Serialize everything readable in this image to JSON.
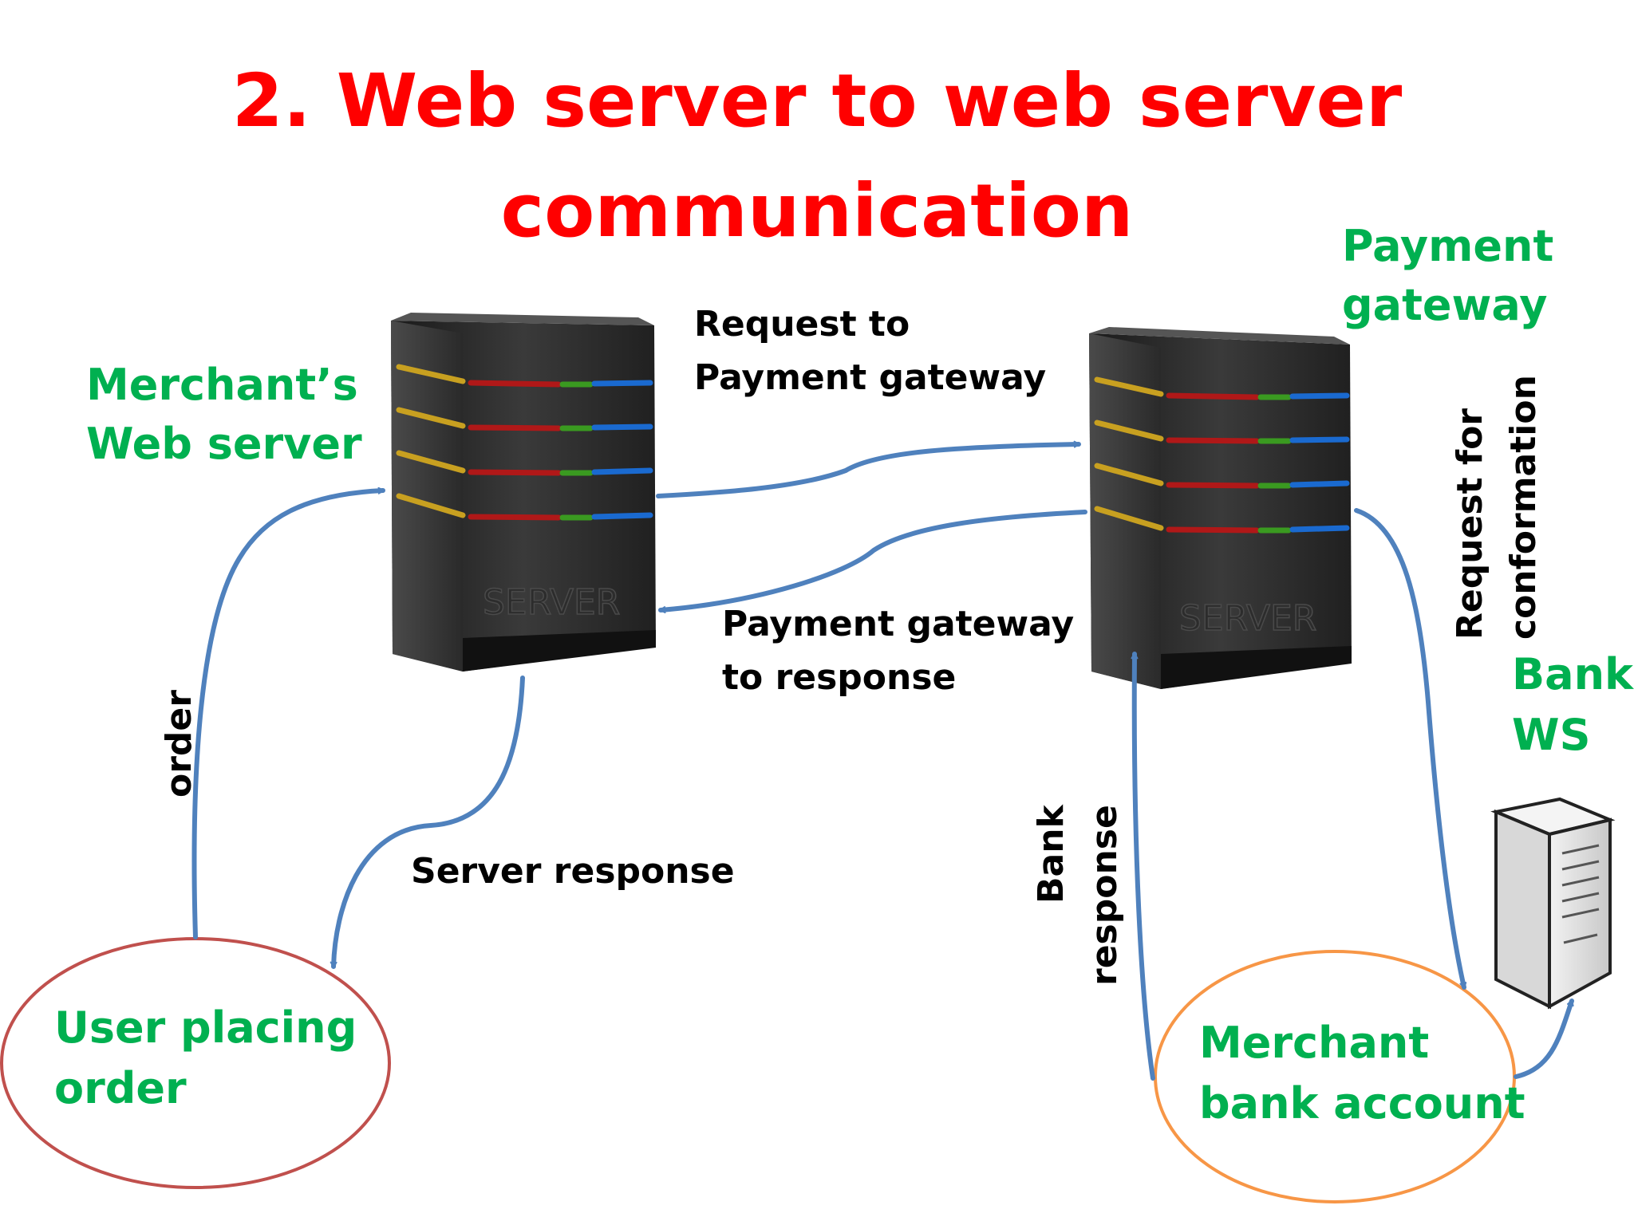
{
  "title": {
    "line1": "2. Web server to web server",
    "line2": "communication"
  },
  "labels": {
    "merchant_server": [
      "Merchant’s",
      "Web server"
    ],
    "payment_gateway": [
      "Payment",
      "gateway"
    ],
    "bank_ws": [
      "Bank",
      "WS"
    ],
    "request_to_gateway": [
      "Request to",
      "Payment gateway"
    ],
    "gateway_response": [
      "Payment gateway",
      "to response"
    ],
    "server_response": "Server response",
    "order": "order",
    "request_confirmation": [
      "Request for",
      "conformation"
    ],
    "bank_response": [
      "Bank",
      "response"
    ],
    "user_placing_order": [
      "User placing",
      "order"
    ],
    "merchant_bank_account": [
      "Merchant",
      "bank account"
    ]
  },
  "server_text": "SERVER",
  "colors": {
    "title": "#ff0000",
    "label_green": "#00b050",
    "arrow_blue": "#4f81bd",
    "user_ellipse": "#c0504d",
    "bank_ellipse": "#f79646"
  }
}
